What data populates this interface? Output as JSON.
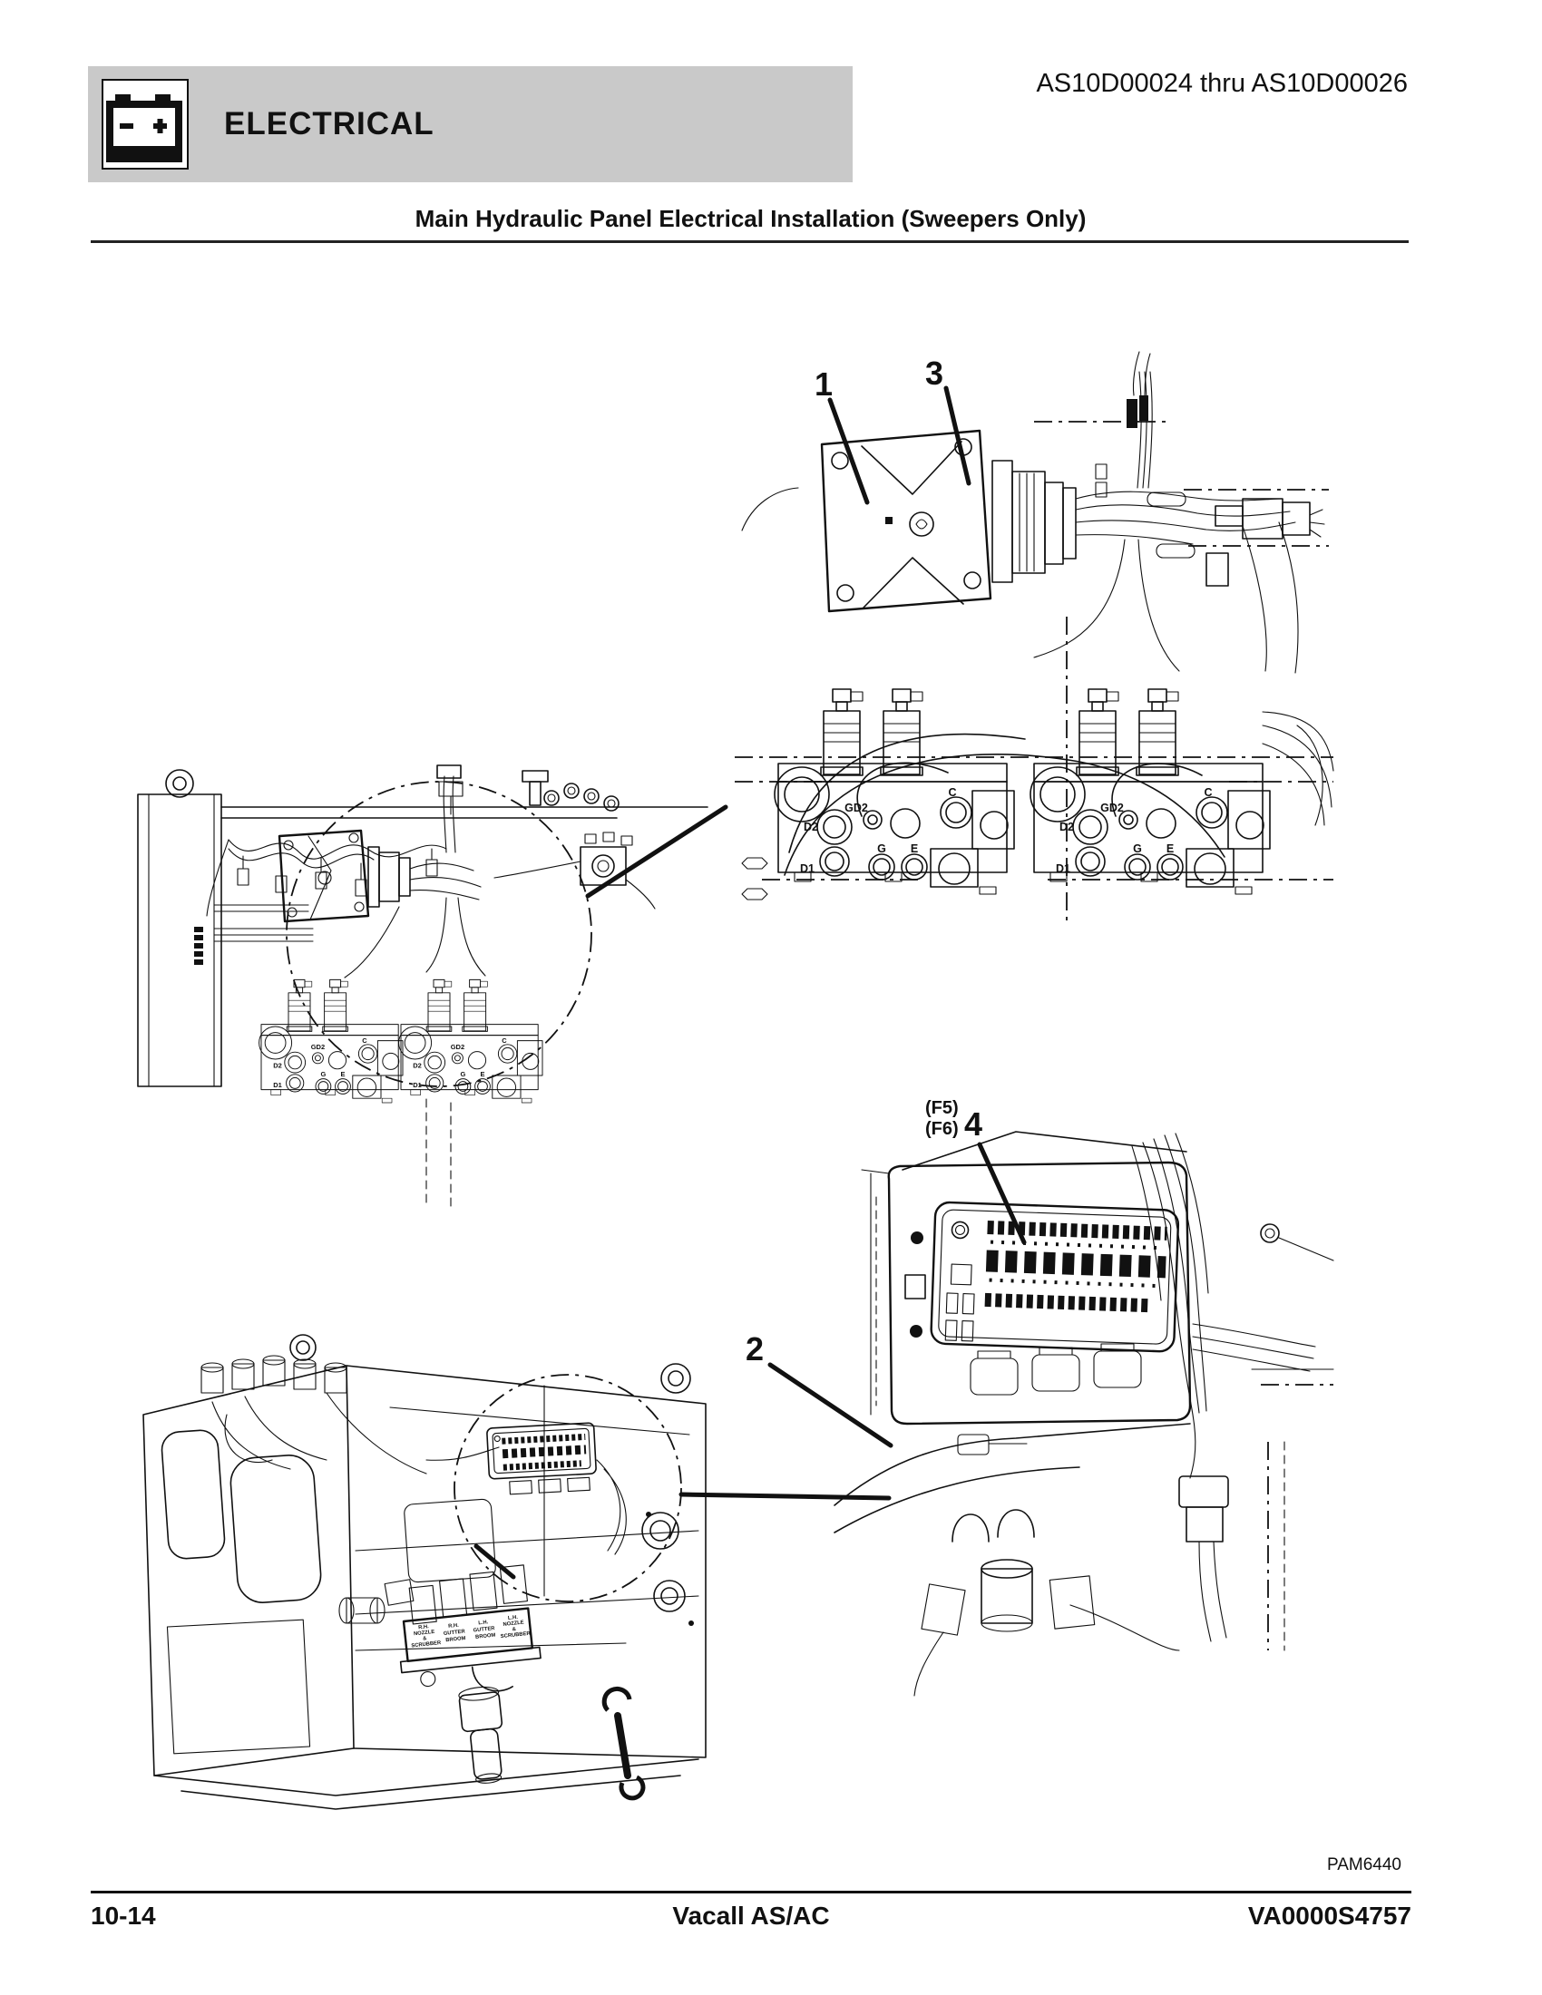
{
  "header": {
    "section": "ELECTRICAL",
    "doc_range": "AS10D00024 thru AS10D00026"
  },
  "title": "Main Hydraulic Panel Electrical Installation (Sweepers Only)",
  "callouts": {
    "n1": "1",
    "n2": "2",
    "n3": "3",
    "n4": "4",
    "f5": "(F5)",
    "f6": "(F6)"
  },
  "port_labels": [
    "D2",
    "GD2",
    "C",
    "D1",
    "G",
    "E"
  ],
  "valve_bank_labels": [
    [
      "R.H.",
      "NOZZLE",
      "&",
      "SCRUBBER"
    ],
    [
      "R.H.",
      "GUTTER",
      "BROOM"
    ],
    [
      "L.H.",
      "GUTTER",
      "BROOM"
    ],
    [
      "L.H.",
      "NOZZLE",
      "&",
      "SCRUBBER"
    ]
  ],
  "figure_code": "PAM6440",
  "footer": {
    "page_number": "10-14",
    "model": "Vacall AS/AC",
    "doc_code": "VA0000S4757"
  },
  "colors": {
    "banner_bg": "#c9c9c9",
    "ink": "#111111",
    "paper": "#ffffff"
  }
}
